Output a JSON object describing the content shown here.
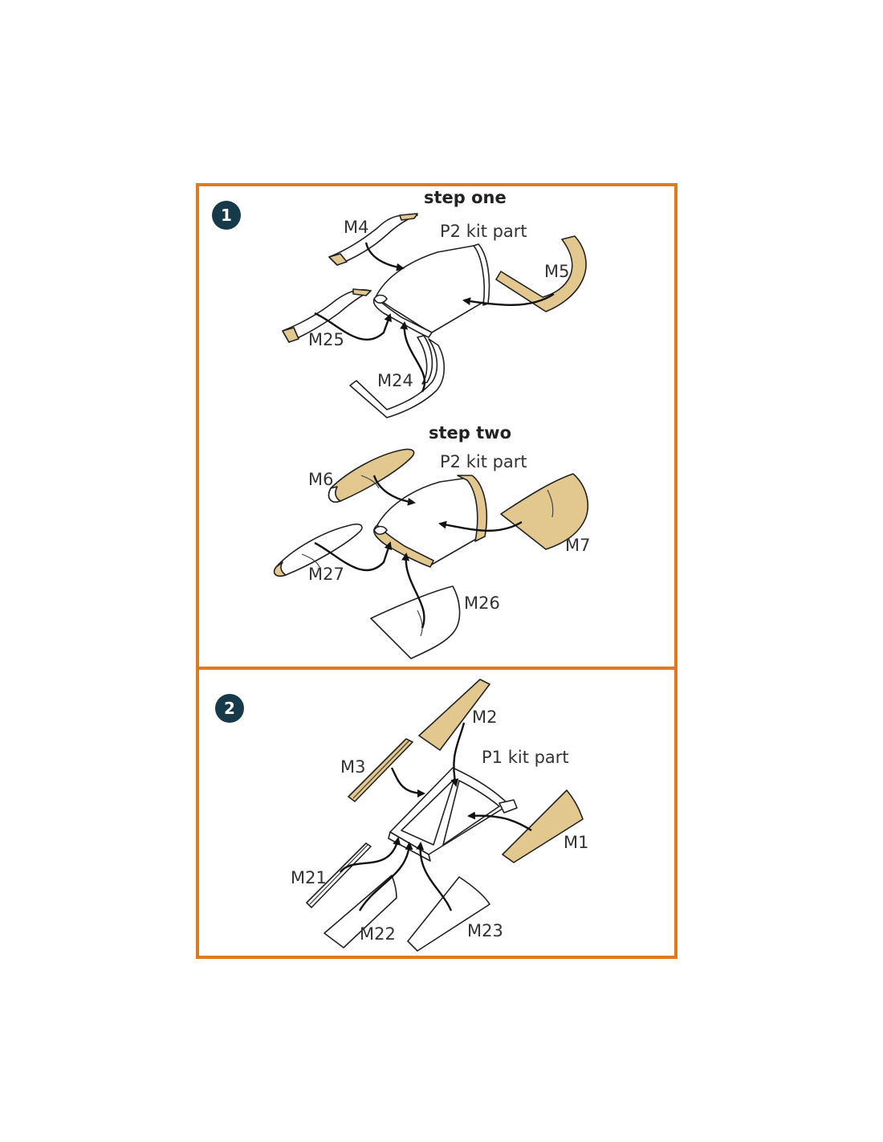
{
  "colors": {
    "frame": "#e07a1f",
    "badge": "#163a4a",
    "part_fill": "#e2c88f",
    "line": "#222222"
  },
  "steps": [
    {
      "number": "1",
      "stages": [
        {
          "title": "step one",
          "kit_part": "P2 kit part",
          "labels": [
            "M4",
            "M5",
            "M25",
            "M24"
          ]
        },
        {
          "title": "step two",
          "kit_part": "P2 kit part",
          "labels": [
            "M6",
            "M7",
            "M27",
            "M26"
          ]
        }
      ]
    },
    {
      "number": "2",
      "kit_part": "P1 kit part",
      "labels": [
        "M2",
        "M3",
        "M1",
        "M21",
        "M22",
        "M23"
      ]
    }
  ]
}
